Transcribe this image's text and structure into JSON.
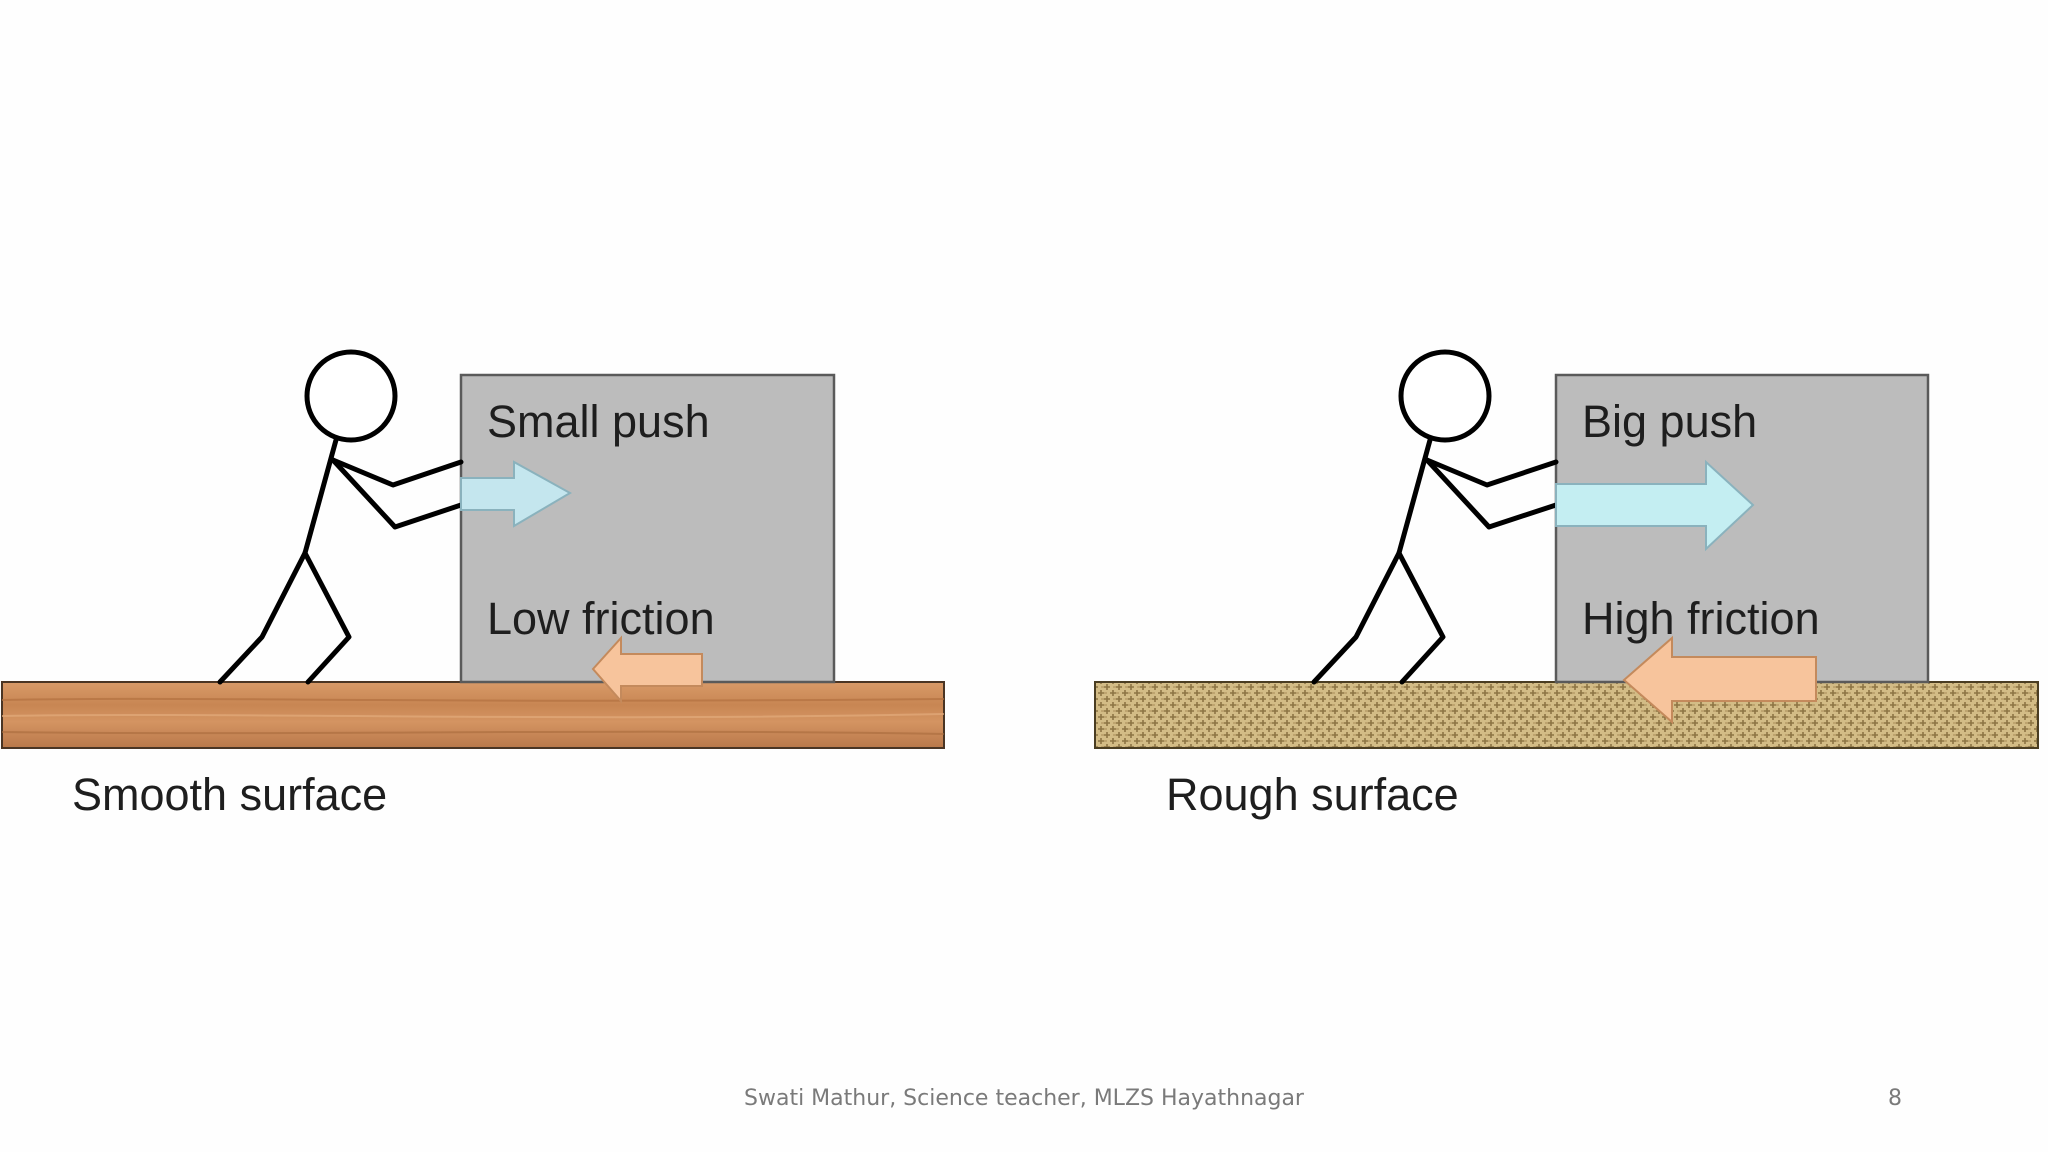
{
  "left_panel": {
    "box_label": "Small push",
    "friction_label": "Low friction",
    "surface_label": "Smooth surface",
    "push_arrow_color": "#c4e6ee",
    "friction_arrow_color": "#f7c49c",
    "surface_color": "#c98a5a"
  },
  "right_panel": {
    "box_label": "Big push",
    "friction_label": "High friction",
    "surface_label": "Rough surface",
    "push_arrow_color": "#c4eef2",
    "friction_arrow_color": "#f7c49c",
    "surface_color": "#cdb47e"
  },
  "footer": {
    "credit": "Swati Mathur, Science teacher, MLZS Hayathnagar",
    "page_number": "8"
  }
}
